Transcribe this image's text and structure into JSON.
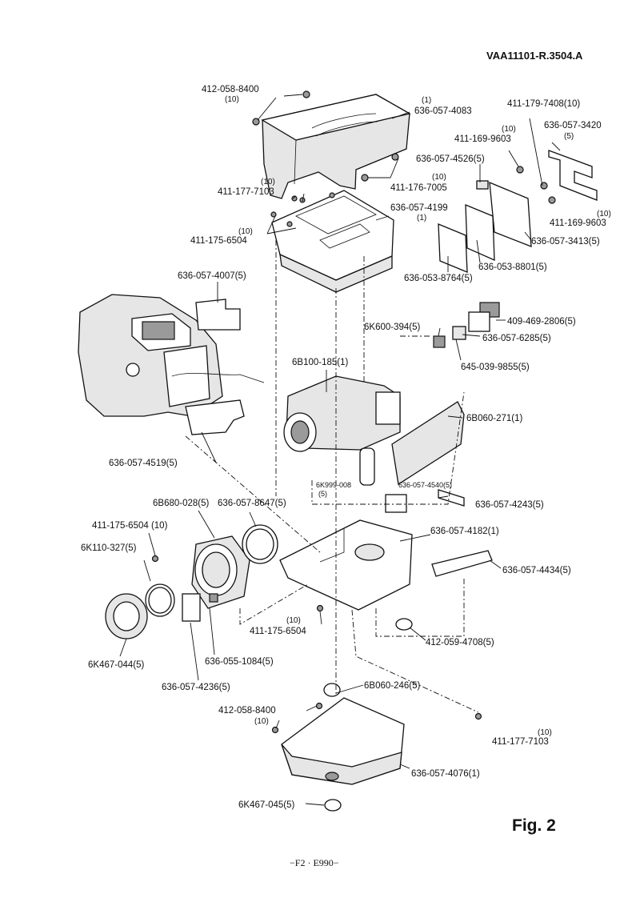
{
  "header": {
    "doc_code": "VAA11101-R.3504.A"
  },
  "figure": {
    "title": "Fig. 2"
  },
  "footer": {
    "page": "−F2 · E990−"
  },
  "labels": {
    "screw_412_058_8400_top": "412-058-8400",
    "qty_10_a": "(10)",
    "qty_1_a": "(1)",
    "top_cover_636_057_4083": "636-057-4083",
    "screw_411_179_7408": "411-179-7408(10)",
    "qty_10_b": "(10)",
    "screw_411_169_9603_a": "411-169-9603",
    "bracket_636_057_3420": "636-057-3420",
    "qty_5_a": "(5)",
    "part_636_057_4526": "636-057-4526(5)",
    "qty_10_c": "(10)",
    "screw_411_177_7103_a": "411-177-7103",
    "screw_411_176_7005": "411-176-7005",
    "qty_10_d": "(10)",
    "frame_636_057_4199": "636-057-4199",
    "qty_1_b": "(1)",
    "qty_10_e": "(10)",
    "screw_411_169_9603_b": "411-169-9603",
    "qty_10_f": "(10)",
    "screw_411_175_6504_a": "411-175-6504",
    "plate_636_057_3413": "636-057-3413(5)",
    "plate_636_053_8801": "636-053-8801(5)",
    "plate_636_053_8764": "636-053-8764(5)",
    "sheet_636_057_4007": "636-057-4007(5)",
    "ccd_409_469_2806": "409-469-2806(5)",
    "part_6K600_394": "6K600-394(5)",
    "holder_636_057_6285": "636-057-6285(5)",
    "filter_645_039_9855": "645-039-9855(5)",
    "block_6B100_185": "6B100-185(1)",
    "pcb_6B060_271": "6B060-271(1)",
    "sheet_636_057_4519": "636-057-4519(5)",
    "part_6K999_008": "6K999-008",
    "qty_5_b": "(5)",
    "part_636_057_4540": "636-057-4540(5)",
    "ring_6B680_028": "6B680-028(5)",
    "ring_636_057_8647": "636-057-8647(5)",
    "part_636_057_4243": "636-057-4243(5)",
    "screw_411_175_6504_b": "411-175-6504 (10)",
    "chassis_636_057_4182": "636-057-4182(1)",
    "ring_6K110_327": "6K110-327(5)",
    "bar_636_057_4434": "636-057-4434(5)",
    "qty_10_g": "(10)",
    "screw_411_175_6504_c": "411-175-6504",
    "nut_412_059_4708": "412-059-4708(5)",
    "lens_6K467_044": "6K467-044(5)",
    "part_636_055_1084": "636-055-1084(5)",
    "plate_636_057_4236": "636-057-4236(5)",
    "cable_6B060_246": "6B060-246(5)",
    "screw_412_058_8400_bottom": "412-058-8400",
    "qty_10_h": "(10)",
    "qty_10_i": "(10)",
    "screw_411_177_7103_b": "411-177-7103",
    "bottom_cover_636_057_4076": "636-057-4076(1)",
    "foot_6K467_045": "6K467-045(5)"
  }
}
